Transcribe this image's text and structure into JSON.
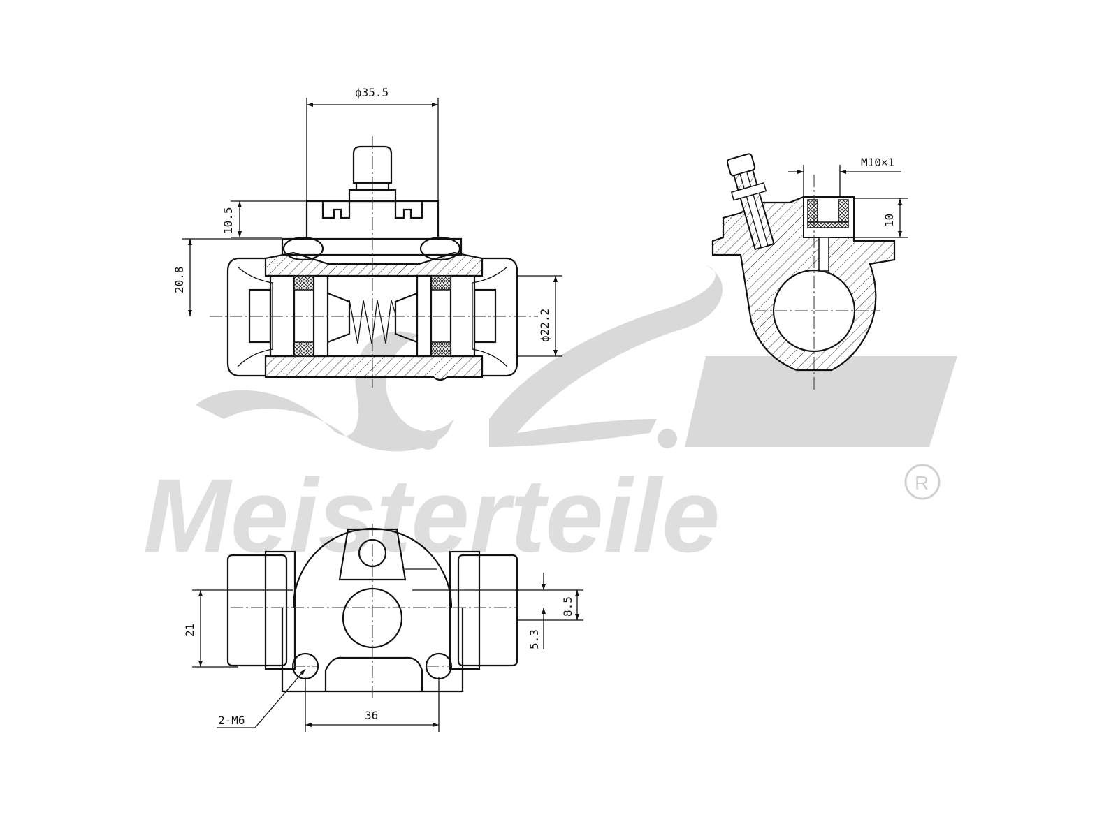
{
  "watermark": {
    "brand_initials": "A.L.",
    "brand_name": "Meisterteile",
    "registered_mark": "R"
  },
  "views": {
    "front_section": {
      "dims": {
        "outer_diameter": "ϕ35.5",
        "bleed_height": "10.5",
        "center_height": "20.8",
        "bore_diameter": "ϕ22.2"
      }
    },
    "side_section": {
      "dims": {
        "thread": "M10×1",
        "port_depth": "10"
      }
    },
    "bottom_view": {
      "dims": {
        "height": "21",
        "offset_upper": "8.5",
        "offset_lower": "5.3",
        "bolt_spacing": "36",
        "bolt_thread": "2-M6"
      }
    }
  }
}
